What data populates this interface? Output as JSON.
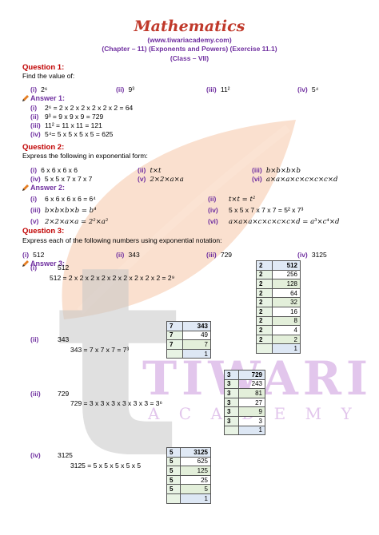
{
  "header": {
    "title": "Mathematics",
    "website": "(www.tiwariacademy.com)",
    "chapter": "(Chapter – 11) (Exponents and Powers) (Exercise 11.1)",
    "class": "(Class – VII)"
  },
  "watermark": {
    "word1": "TIWARI",
    "word2": "A C A D E M Y",
    "letter": "t",
    "colors": {
      "leaf": "#f6c7a8",
      "letter": "#c7c7c7",
      "word": "#d9b3e6"
    }
  },
  "colors": {
    "title": "#c0392b",
    "question": "#c00000",
    "accent": "#7030a0"
  },
  "q1": {
    "heading": "Question 1:",
    "prompt": "Find the value of:",
    "items": [
      {
        "label": "(i)",
        "text": "2⁶"
      },
      {
        "label": "(ii)",
        "text": "9³"
      },
      {
        "label": "(iii)",
        "text": "11²"
      },
      {
        "label": "(iv)",
        "text": "5⁴"
      }
    ],
    "answer_heading": "Answer 1:",
    "answers": [
      {
        "label": "(i)",
        "text": "2⁶ = 2 x 2 x 2 x 2 x 2 x 2 = 64"
      },
      {
        "label": "(ii)",
        "text": "9³ = 9 x 9 x 9 = 729"
      },
      {
        "label": "(iii)",
        "text": "11² = 11 x 11 = 121"
      },
      {
        "label": "(iv)",
        "text": "5⁴= 5 x 5 x 5 x 5 = 625"
      }
    ]
  },
  "q2": {
    "heading": "Question 2:",
    "prompt": "Express the following in exponential form:",
    "items": [
      {
        "label": "(i)",
        "text": "6 x 6 x 6 x 6"
      },
      {
        "label": "(ii)",
        "text": "t×t"
      },
      {
        "label": "(iii)",
        "text": "b×b×b×b"
      },
      {
        "label": "(iv)",
        "text": "5 x 5 x 7 x 7 x 7"
      },
      {
        "label": "(v)",
        "text": "2×2×a×a"
      },
      {
        "label": "(vi)",
        "text": "a×a×a×c×c×c×c×d"
      }
    ],
    "answer_heading": "Answer 2:",
    "answers": [
      {
        "label": "(i)",
        "text": "6 x 6 x 6 x 6 = 6⁴"
      },
      {
        "label": "(ii)",
        "text": "t×t = t²"
      },
      {
        "label": "(iii)",
        "text": "b×b×b×b = b⁴"
      },
      {
        "label": "(iv)",
        "text": "5 x 5 x 7 x 7 x 7 = 5² x 7³"
      },
      {
        "label": "(v)",
        "text": "2×2×a×a = 2²×a²"
      },
      {
        "label": "(vi)",
        "text": "a×a×a×c×c×c×c×d = a³×c⁴×d"
      }
    ]
  },
  "q3": {
    "heading": "Question 3:",
    "prompt": "Express each of the following numbers using exponential notation:",
    "items": [
      {
        "label": "(i)",
        "text": "512"
      },
      {
        "label": "(ii)",
        "text": "343"
      },
      {
        "label": "(iii)",
        "text": "729"
      },
      {
        "label": "(iv)",
        "text": "3125"
      }
    ],
    "answer_heading": "Answer 3:",
    "answers": [
      {
        "label": "(i)",
        "number": "512",
        "text": "512 = 2 x 2 x 2 x 2 x 2 x 2 x 2 x 2 x 2 = 2⁹"
      },
      {
        "label": "(ii)",
        "number": "343",
        "text": "343 = 7 x 7 x 7 = 7³"
      },
      {
        "label": "(iii)",
        "number": "729",
        "text": "729 = 3 x 3 x 3 x 3 x 3 x 3 = 3⁶"
      },
      {
        "label": "(iv)",
        "number": "3125",
        "text": "3125 = 5 x 5 x 5 x 5 x 5"
      }
    ],
    "tables": [
      {
        "rows": [
          [
            "2",
            "512"
          ],
          [
            "2",
            "256"
          ],
          [
            "2",
            "128"
          ],
          [
            "2",
            "64"
          ],
          [
            "2",
            "32"
          ],
          [
            "2",
            "16"
          ],
          [
            "2",
            "8"
          ],
          [
            "2",
            "4"
          ],
          [
            "2",
            "2"
          ],
          [
            "",
            "1"
          ]
        ]
      },
      {
        "rows": [
          [
            "7",
            "343"
          ],
          [
            "7",
            "49"
          ],
          [
            "7",
            "7"
          ],
          [
            "",
            "1"
          ]
        ]
      },
      {
        "rows": [
          [
            "3",
            "729"
          ],
          [
            "3",
            "243"
          ],
          [
            "3",
            "81"
          ],
          [
            "3",
            "27"
          ],
          [
            "3",
            "9"
          ],
          [
            "3",
            "3"
          ],
          [
            "",
            "1"
          ]
        ]
      },
      {
        "rows": [
          [
            "5",
            "3125"
          ],
          [
            "5",
            "625"
          ],
          [
            "5",
            "125"
          ],
          [
            "5",
            "25"
          ],
          [
            "5",
            "5"
          ],
          [
            "",
            "1"
          ]
        ]
      }
    ]
  }
}
